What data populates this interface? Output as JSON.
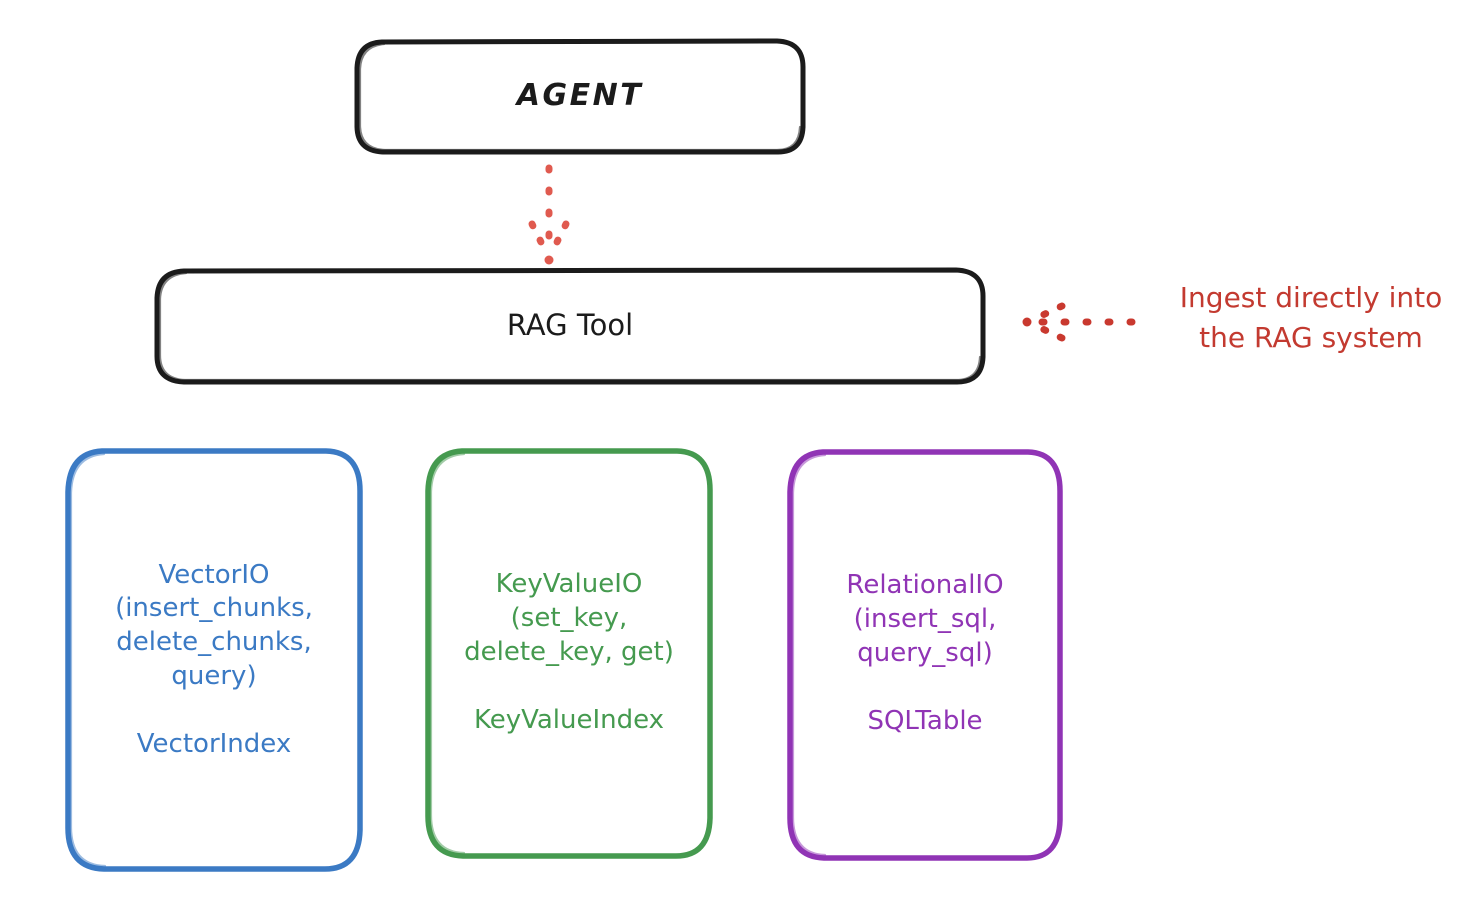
{
  "diagram": {
    "title_node": {
      "label": "AGENT"
    },
    "tool_node": {
      "label": "RAG Tool"
    },
    "providers": [
      {
        "id": "vectorio",
        "api": "VectorIO\n(insert_chunks,\ndelete_chunks,\nquery)",
        "index": "VectorIndex",
        "color": "#3b7ac4"
      },
      {
        "id": "keyvalueio",
        "api": "KeyValueIO\n(set_key,\ndelete_key, get)",
        "index": "KeyValueIndex",
        "color": "#459a4f"
      },
      {
        "id": "relationalio",
        "api": "RelationalIO\n(insert_sql,\nquery_sql)",
        "index": "SQLTable",
        "color": "#9034b5"
      }
    ],
    "annotation": {
      "text": "Ingest directly into\nthe RAG system",
      "color": "#c33a30"
    },
    "connectors": {
      "agent_to_tool": {
        "style": "dotted-arrow-down",
        "color": "#e05a4f"
      },
      "ingest_to_tool": {
        "style": "dotted-arrow-left",
        "color": "#c9392f"
      }
    },
    "colors": {
      "stroke_dark": "#1b1b1b",
      "background": "#ffffff"
    }
  }
}
